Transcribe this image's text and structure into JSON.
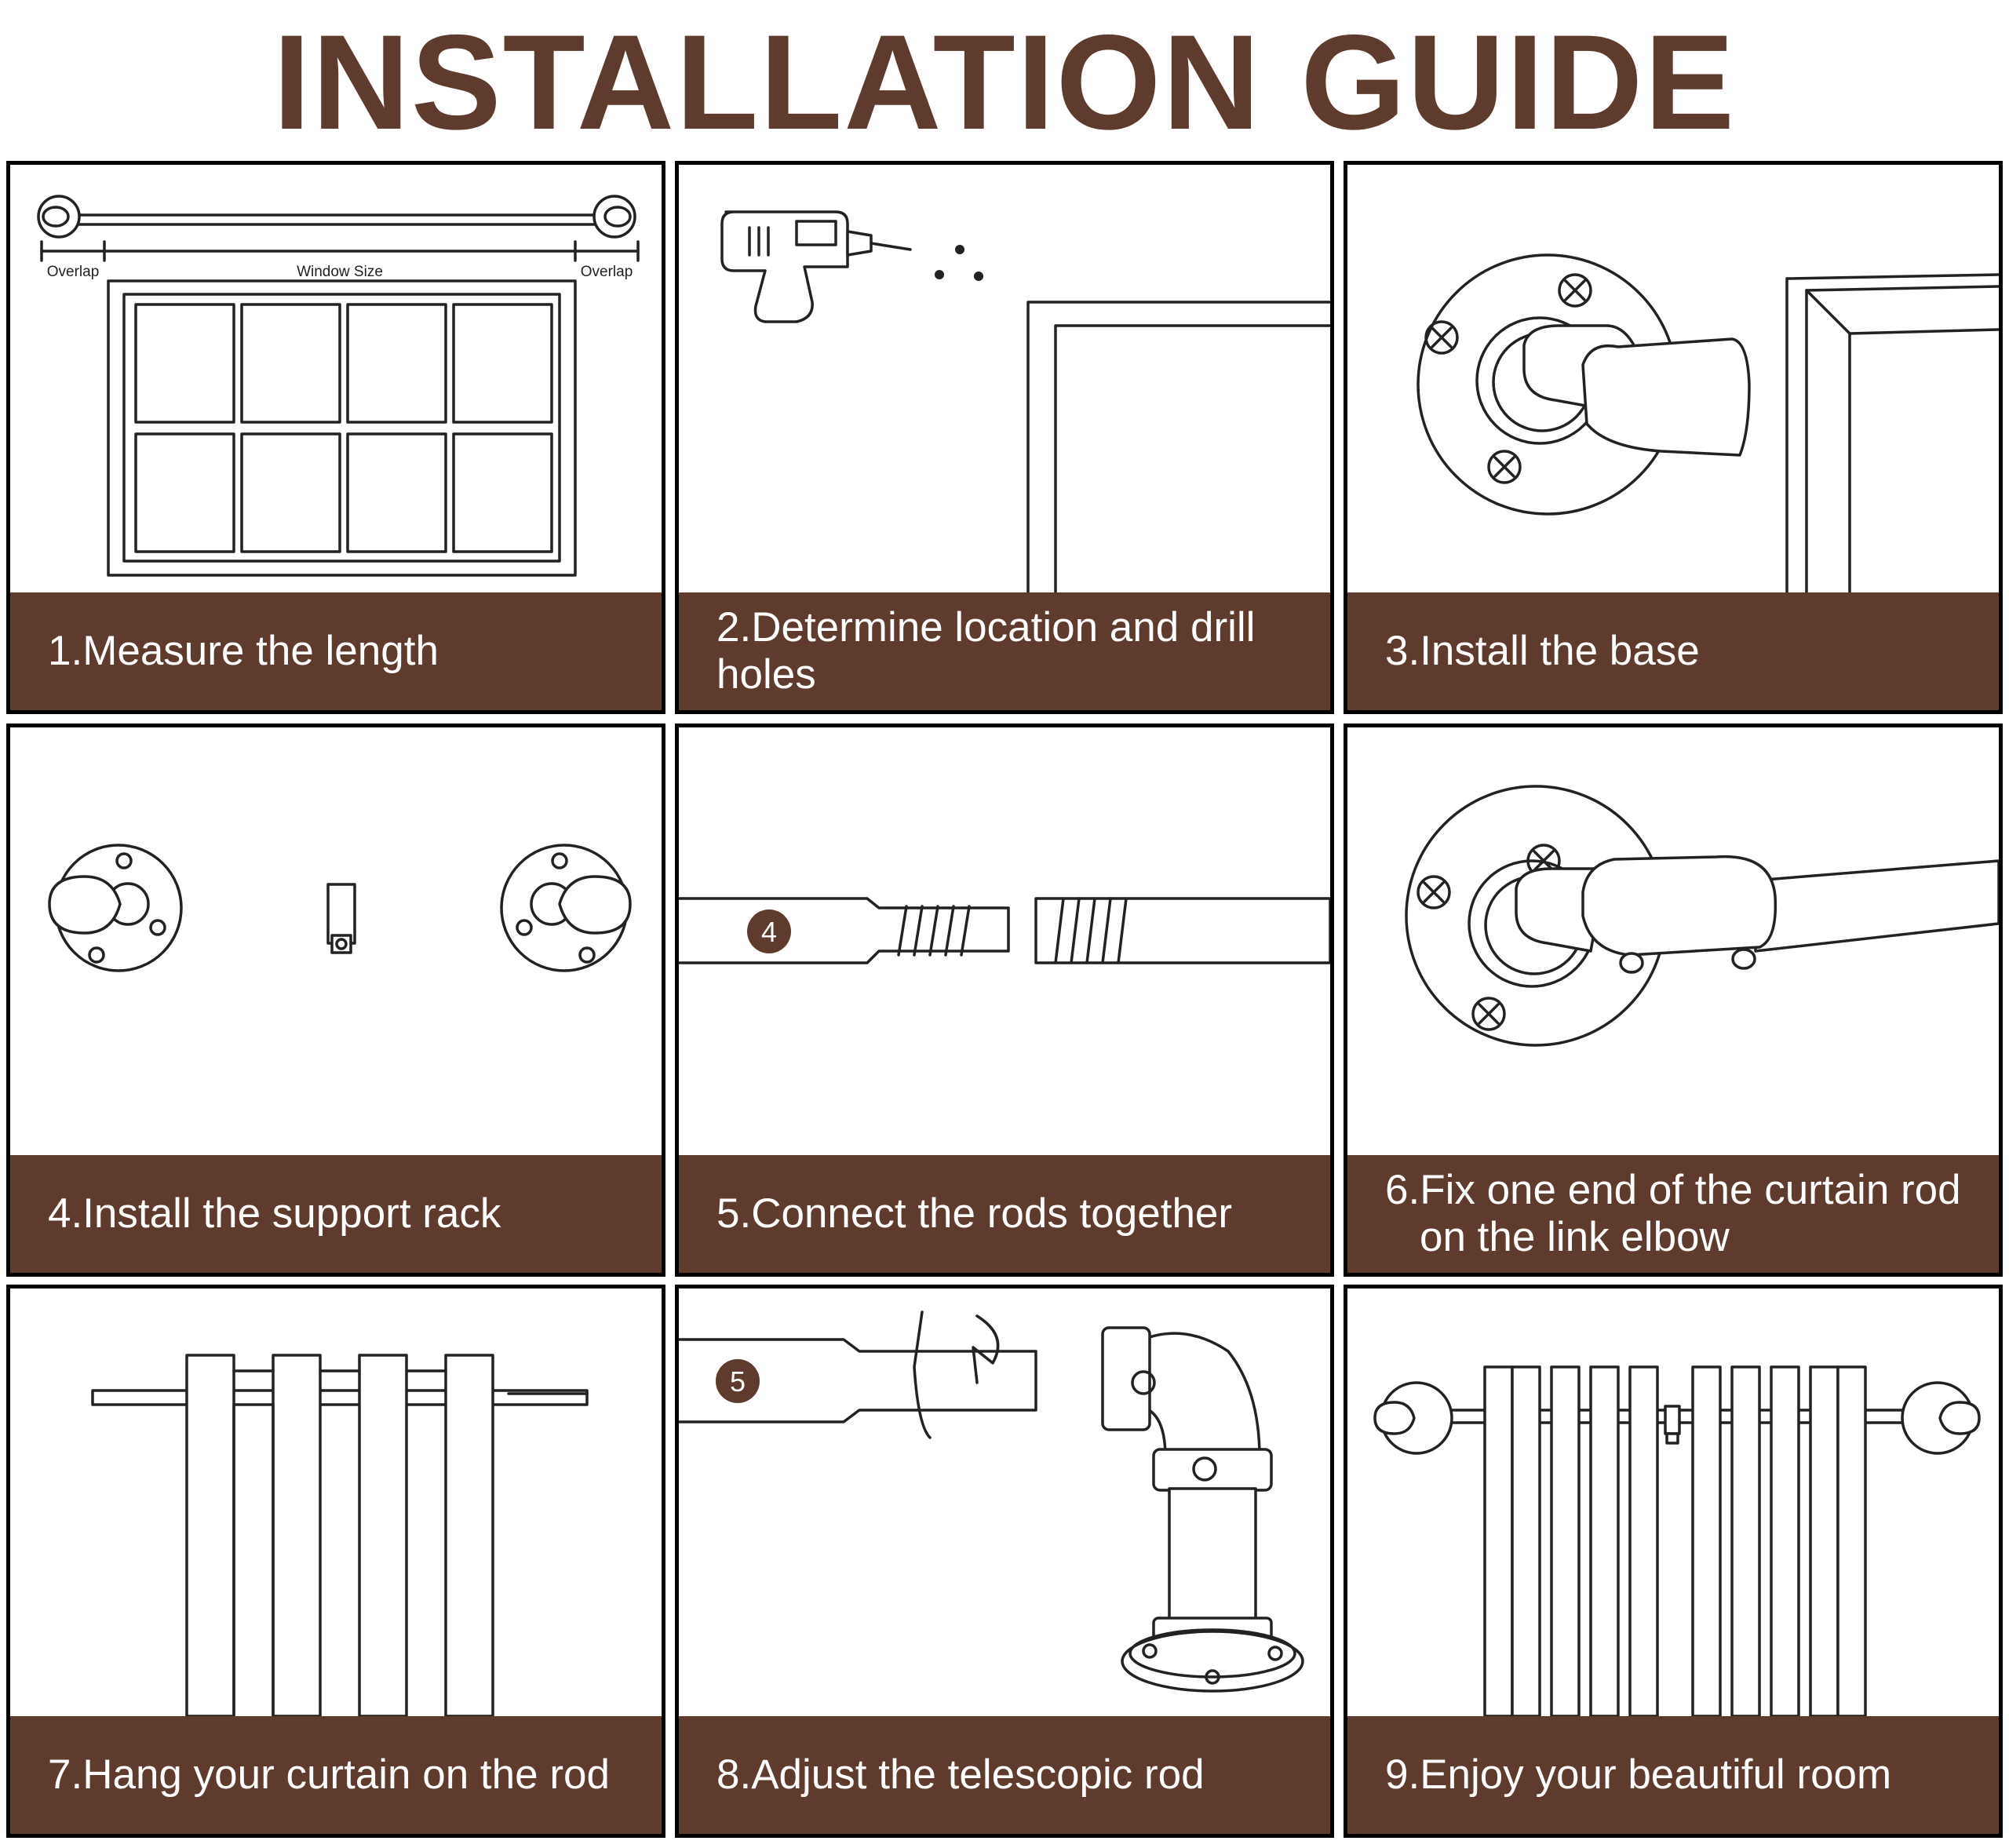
{
  "title": "INSTALLATION GUIDE",
  "colors": {
    "brand": "#5e3b2c",
    "line": "#222222",
    "background": "#ffffff"
  },
  "steps": [
    {
      "label": "1.Measure the length",
      "icon": "window-measure-icon",
      "annotations": {
        "overlap_left": "Overlap",
        "window_size": "Window Size",
        "overlap_right": "Overlap"
      }
    },
    {
      "label": "2.Determine location and drill holes",
      "icon": "drill-icon"
    },
    {
      "label": "3.Install the base",
      "icon": "wall-flange-icon"
    },
    {
      "label": "4.Install the support rack",
      "icon": "support-rack-icon"
    },
    {
      "label": "5.Connect the rods together",
      "icon": "telescopic-rod-icon",
      "badge": "4"
    },
    {
      "label_line1": "6.Fix one end of the curtain rod",
      "label_line2": "on the link elbow",
      "icon": "elbow-rod-icon"
    },
    {
      "label": "7.Hang your curtain on the rod",
      "icon": "curtain-icon"
    },
    {
      "label": "8.Adjust the telescopic rod",
      "icon": "rod-adjust-icon",
      "badge": "5"
    },
    {
      "label": "9.Enjoy your beautiful room",
      "icon": "finished-curtain-icon"
    }
  ]
}
